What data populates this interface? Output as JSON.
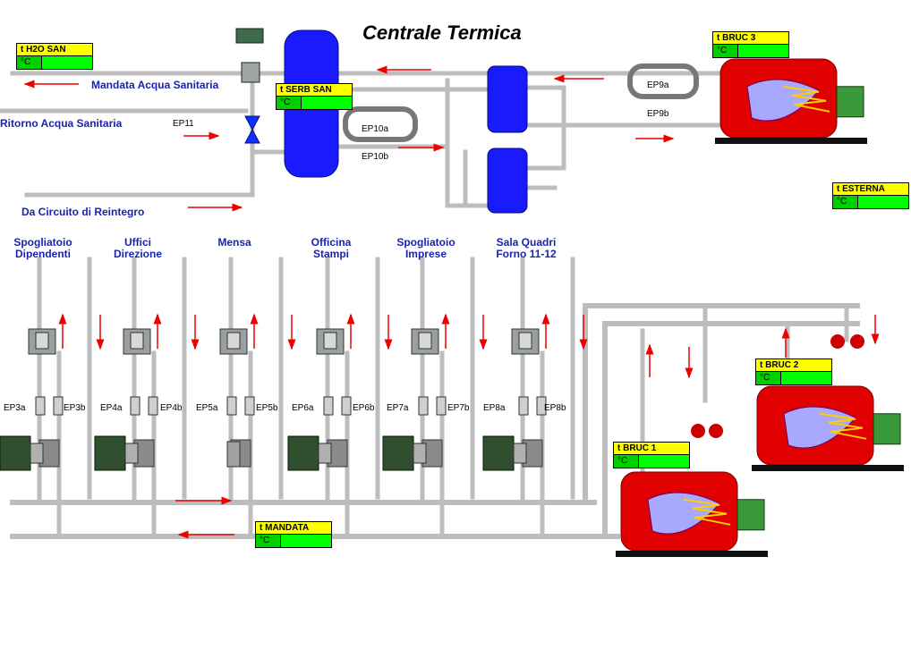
{
  "title": "Centrale Termica",
  "sensors": {
    "h2o_san": {
      "label": "t H2O SAN",
      "unit": "°C"
    },
    "serb_san": {
      "label": "t SERB SAN",
      "unit": "°C"
    },
    "bruc3": {
      "label": "t BRUC 3",
      "unit": "°C"
    },
    "esterna": {
      "label": "t ESTERNA",
      "unit": "°C"
    },
    "bruc2": {
      "label": "t BRUC 2",
      "unit": "°C"
    },
    "bruc1": {
      "label": "t BRUC 1",
      "unit": "°C"
    },
    "mandata": {
      "label": "t MANDATA",
      "unit": "°C"
    }
  },
  "lines": {
    "mandata_acqua": "Mandata Acqua Sanitaria",
    "ritorno_acqua": "Ritorno Acqua Sanitaria",
    "circuito_reintegro": "Da Circuito di Reintegro"
  },
  "pumps": {
    "ep11": "EP11",
    "ep10a": "EP10a",
    "ep10b": "EP10b",
    "ep9a": "EP9a",
    "ep9b": "EP9b"
  },
  "circuits": [
    {
      "line1": "Spogliatoio",
      "line2": "Dipendenti",
      "pa": "EP3a",
      "pb": "EP3b"
    },
    {
      "line1": "Uffici",
      "line2": "Direzione",
      "pa": "EP4a",
      "pb": "EP4b"
    },
    {
      "line1": "",
      "line2": "Mensa",
      "pa": "EP5a",
      "pb": "EP5b"
    },
    {
      "line1": "Officina",
      "line2": "Stampi",
      "pa": "EP6a",
      "pb": "EP6b"
    },
    {
      "line1": "Spogliatoio",
      "line2": "Imprese",
      "pa": "EP7a",
      "pb": "EP7b"
    },
    {
      "line1": "Sala Quadri",
      "line2": "Forno 11-12",
      "pa": "EP8a",
      "pb": "EP8b"
    }
  ],
  "colors": {
    "pipe": "#c8c8c8",
    "flow_arrow": "#ee0000",
    "boiler": "#e00000",
    "tank": "#1a1aff",
    "label_blue": "#1a23b0",
    "sensor_head": "#ffff00",
    "sensor_value": "#00ff00",
    "motor": "#3a9a3a"
  }
}
